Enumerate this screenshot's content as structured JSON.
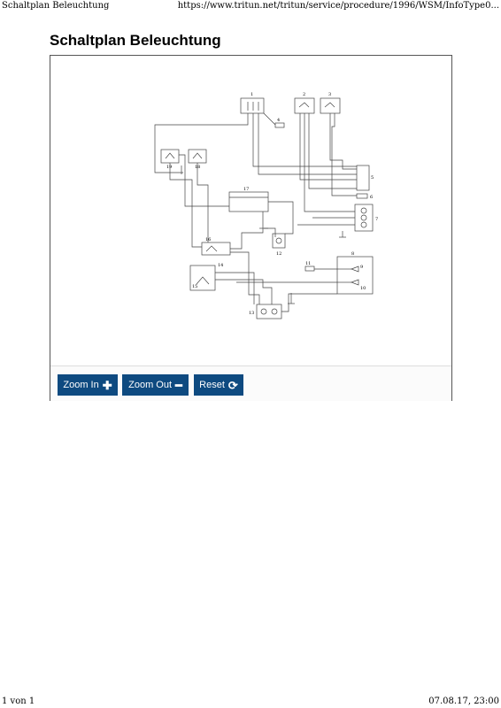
{
  "browser": {
    "page_title": "Schaltplan Beleuchtung",
    "url": "https://www.tritun.net/tritun/service/procedure/1996/WSM/InfoType0...",
    "page_count": "1 von 1",
    "datetime": "07.08.17, 23:00"
  },
  "main": {
    "heading": "Schaltplan Beleuchtung"
  },
  "diagram": {
    "labels": [
      "1",
      "2",
      "3",
      "4",
      "5",
      "6",
      "7",
      "8",
      "9",
      "10",
      "11",
      "12",
      "13",
      "14",
      "15",
      "16",
      "17",
      "18",
      "19"
    ]
  },
  "toolbar": {
    "zoom_in_label": "Zoom In",
    "zoom_out_label": "Zoom Out",
    "reset_label": "Reset",
    "zoom_in_icon": "plus-icon",
    "zoom_out_icon": "minus-icon",
    "reset_icon": "refresh-icon",
    "button_color": "#0e4a80"
  }
}
